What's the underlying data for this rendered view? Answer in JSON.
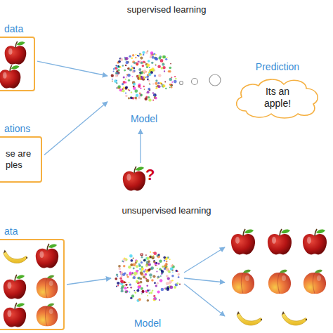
{
  "diagram": {
    "nodes": [
      {
        "text": [
          "data"
        ]
      },
      {
        "text": [
          "ations",
          "se are ples"
        ]
      },
      {
        "text": [
          "Model"
        ]
      },
      {
        "text": [
          "Prediction",
          "Its an apple!"
        ]
      },
      {
        "text": [
          "ata"
        ]
      },
      {
        "text": [
          "Model"
        ]
      }
    ],
    "edges": [
      {
        "from": 0,
        "to": 2,
        "arrow": "to"
      },
      {
        "from": 1,
        "to": 2,
        "arrow": "to"
      },
      {
        "from": 4,
        "to": 5,
        "arrow": "to"
      }
    ],
    "labels": [
      "supervised learning",
      "unsupervised learning",
      "?"
    ]
  }
}
